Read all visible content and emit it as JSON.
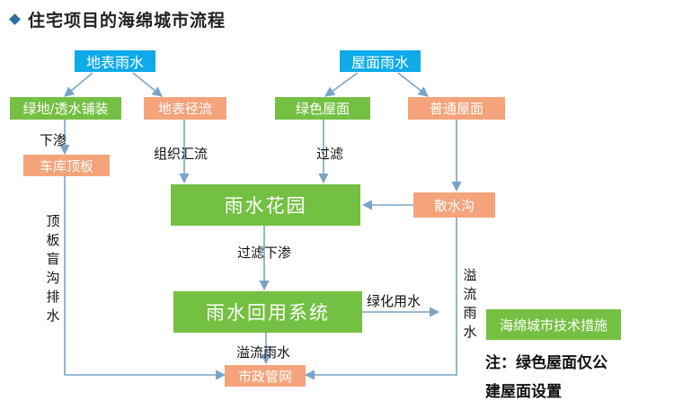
{
  "title": "住宅项目的海绵城市流程",
  "nodes": {
    "surface_rain": "地表雨水",
    "roof_rain": "屋面雨水",
    "green_permeable": "绿地/透水铺装",
    "surface_runoff": "地表径流",
    "green_roof": "绿色屋面",
    "normal_roof": "普通屋面",
    "garage_roof": "车库顶板",
    "rain_garden": "雨水花园",
    "scatter_ditch": "散水沟",
    "reuse_system": "雨水回用系统",
    "municipal_network": "市政管网"
  },
  "edge_labels": {
    "infiltrate": "下渗",
    "collect": "组织汇流",
    "filter": "过滤",
    "filter_infiltrate": "过滤下渗",
    "greening_use": "绿化用水",
    "overflow": "溢流雨水",
    "roof_drain_vertical": "顶板盲沟排水",
    "overflow_vertical": "溢流雨水"
  },
  "legend": "海绵城市技术措施",
  "note_line1": "注：绿色屋面仅公",
  "note_line2": "建屋面设置",
  "colors": {
    "source_blue": "#0eaae9",
    "measure_green": "#74c043",
    "facility_orange": "#f4a37b",
    "arrow": "#7aa3c8"
  }
}
